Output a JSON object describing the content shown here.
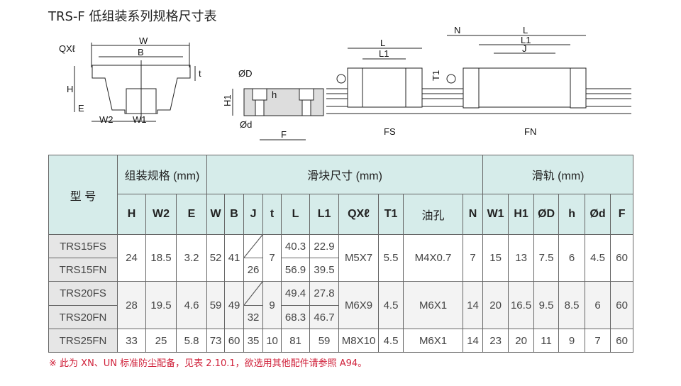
{
  "title": "TRS-F 低组装系列规格尺寸表",
  "diagram": {
    "labels": {
      "QX": "QXℓ",
      "W": "W",
      "B": "B",
      "H": "H",
      "t": "t",
      "E": "E",
      "W2": "W2",
      "W1": "W1",
      "OD": "ØD",
      "H1": "H1",
      "h": "h",
      "Od": "Ød",
      "F": "F",
      "L": "L",
      "L1": "L1",
      "T1": "T1",
      "N": "N",
      "J": "J"
    },
    "captions": {
      "fs": "FS",
      "fn": "FN"
    }
  },
  "table": {
    "model_header": "型 号",
    "group_headers": [
      "组装规格 (mm)",
      "滑块尺寸 (mm)",
      "滑轨 (mm)"
    ],
    "col_headers": [
      "H",
      "W2",
      "E",
      "W",
      "B",
      "J",
      "t",
      "L",
      "L1",
      "QXℓ",
      "T1",
      "油孔",
      "N",
      "W1",
      "H1",
      "ØD",
      "h",
      "Ød",
      "F"
    ],
    "groups": [
      {
        "models": [
          "TRS15FS",
          "TRS15FN"
        ],
        "H": "24",
        "W2": "18.5",
        "E": "3.2",
        "W": "52",
        "B": "41",
        "J": [
          "",
          "26"
        ],
        "t": "7",
        "L": [
          "40.3",
          "56.9"
        ],
        "L1": [
          "22.9",
          "39.5"
        ],
        "QX": "M5X7",
        "T1": "5.5",
        "oil": "M4X0.7",
        "N": "7",
        "W1": "15",
        "H1": "13",
        "OD": "7.5",
        "h": "6",
        "Od": "4.5",
        "F": "60"
      },
      {
        "models": [
          "TRS20FS",
          "TRS20FN"
        ],
        "H": "28",
        "W2": "19.5",
        "E": "4.6",
        "W": "59",
        "B": "49",
        "J": [
          "",
          "32"
        ],
        "t": "9",
        "L": [
          "49.4",
          "68.3"
        ],
        "L1": [
          "27.8",
          "46.7"
        ],
        "QX": "M6X9",
        "T1": "4.5",
        "oil": "M6X1",
        "N": "14",
        "W1": "20",
        "H1": "16.5",
        "OD": "9.5",
        "h": "8.5",
        "Od": "6",
        "F": "60"
      },
      {
        "models": [
          "TRS25FN"
        ],
        "H": "33",
        "W2": "25",
        "E": "5.8",
        "W": "73",
        "B": "60",
        "J": [
          "35"
        ],
        "t": "10",
        "L": [
          "81"
        ],
        "L1": [
          "59"
        ],
        "QX": "M8X10",
        "T1": "4.5",
        "oil": "M6X1",
        "N": "14",
        "W1": "23",
        "H1": "20",
        "OD": "11",
        "h": "9",
        "Od": "7",
        "F": "60"
      }
    ]
  },
  "footnote": "※ 此为 XN、UN 标准防尘配备，见表 2.10.1，欲选用其他配件请参照 A94。"
}
